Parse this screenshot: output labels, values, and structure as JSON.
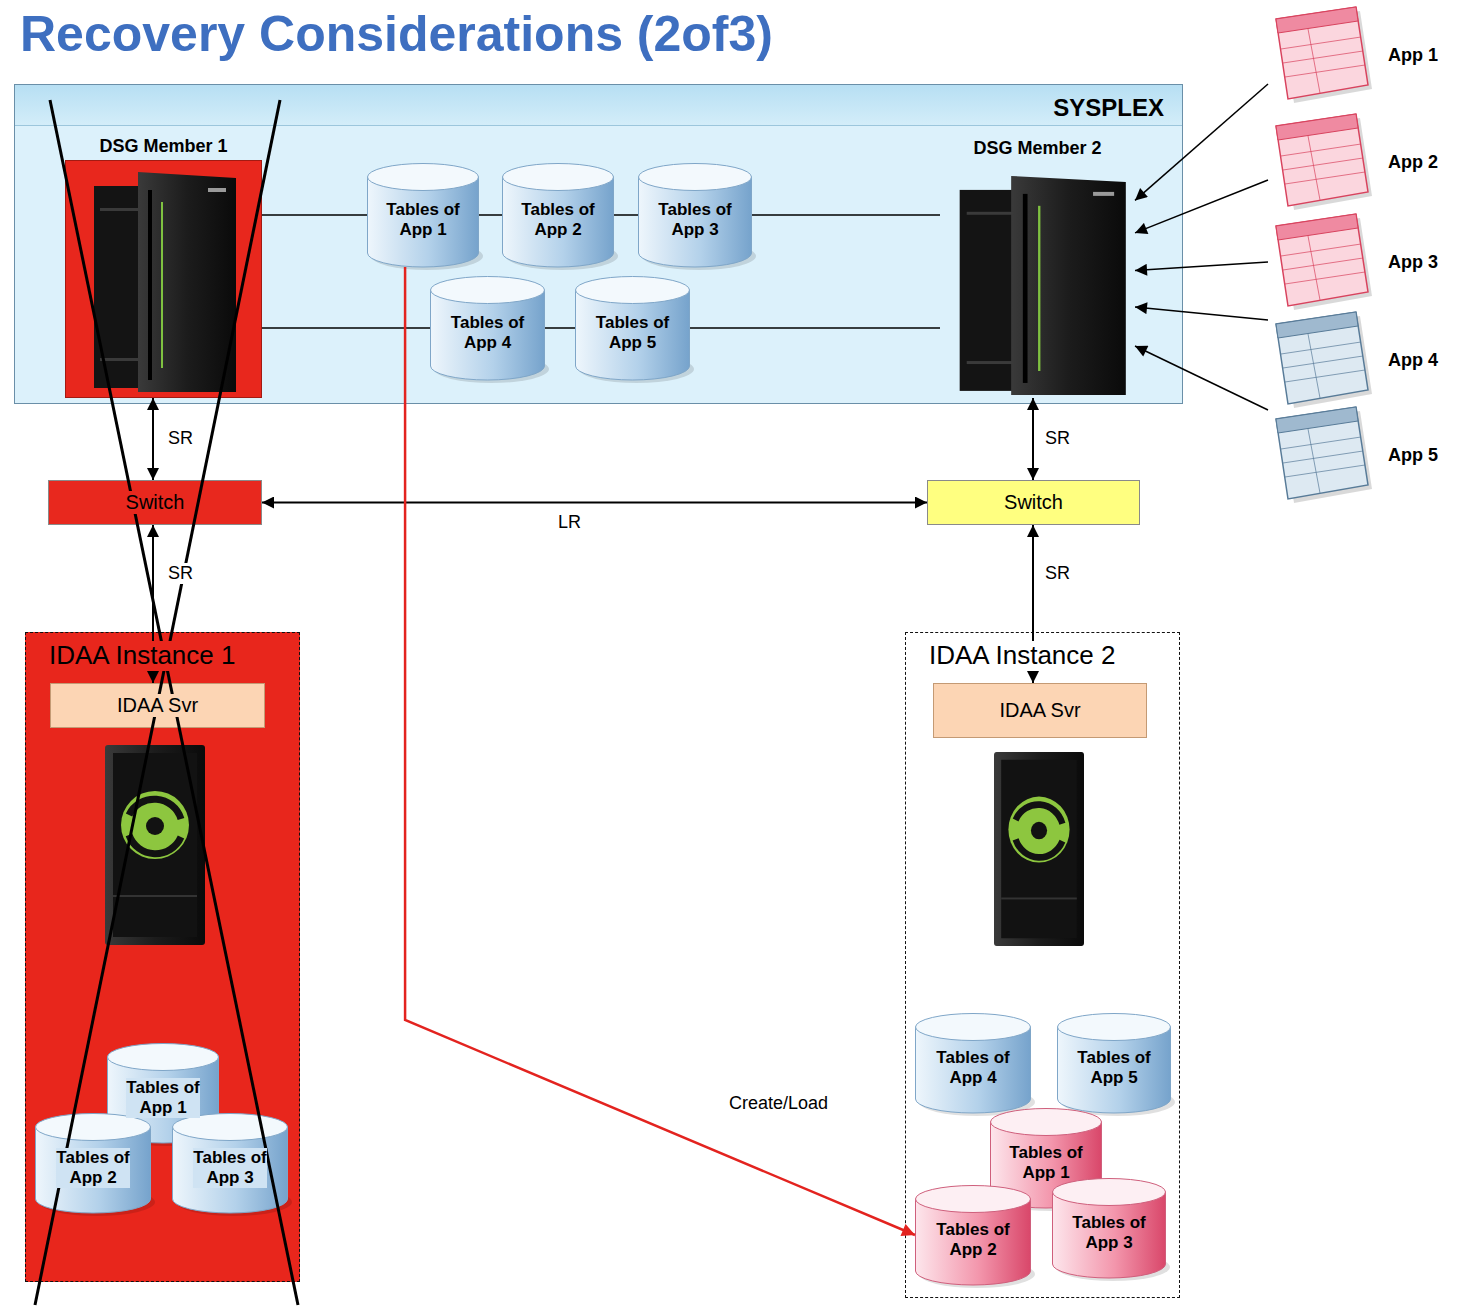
{
  "diagram": {
    "title": "Recovery Considerations (2of3)",
    "nodes": [
      {
        "text": [
          "SYSPLEX"
        ]
      },
      {
        "text": [
          "DSG Member 1"
        ],
        "in": 0
      },
      {
        "text": [
          "DSG Member 2"
        ],
        "in": 0
      },
      {
        "text": [
          "Tables of App 1"
        ],
        "in": 0
      },
      {
        "text": [
          "Tables of App 2"
        ],
        "in": 0
      },
      {
        "text": [
          "Tables of App 3"
        ],
        "in": 0
      },
      {
        "text": [
          "Tables of App 4"
        ],
        "in": 0
      },
      {
        "text": [
          "Tables of App 5"
        ],
        "in": 0
      },
      {
        "text": [
          "Switch"
        ]
      },
      {
        "text": [
          "Switch"
        ]
      },
      {
        "text": [
          "IDAA Instance 1"
        ]
      },
      {
        "text": [
          "IDAA Svr"
        ],
        "in": 10
      },
      {
        "text": [
          "Tables of App 1"
        ],
        "in": 10
      },
      {
        "text": [
          "Tables of App 2"
        ],
        "in": 10
      },
      {
        "text": [
          "Tables of App 3"
        ],
        "in": 10
      },
      {
        "text": [
          "IDAA Instance 2"
        ]
      },
      {
        "text": [
          "IDAA Svr"
        ],
        "in": 15
      },
      {
        "text": [
          "Tables of App 4"
        ],
        "in": 15
      },
      {
        "text": [
          "Tables of App 5"
        ],
        "in": 15
      },
      {
        "text": [
          "Tables of App 1"
        ],
        "in": 15
      },
      {
        "text": [
          "Tables of App 2"
        ],
        "in": 15
      },
      {
        "text": [
          "Tables of App 3"
        ],
        "in": 15
      },
      {
        "text": [
          "App 1"
        ]
      },
      {
        "text": [
          "App 2"
        ]
      },
      {
        "text": [
          "App 3"
        ]
      },
      {
        "text": [
          "App 4"
        ]
      },
      {
        "text": [
          "App 5"
        ]
      }
    ],
    "edges": [
      {
        "from": 1,
        "to": 3,
        "arrow": "none"
      },
      {
        "from": 3,
        "to": 4,
        "arrow": "none"
      },
      {
        "from": 4,
        "to": 5,
        "arrow": "none"
      },
      {
        "from": 5,
        "to": 2,
        "arrow": "none"
      },
      {
        "from": 1,
        "to": 6,
        "arrow": "none"
      },
      {
        "from": 6,
        "to": 7,
        "arrow": "none"
      },
      {
        "from": 7,
        "to": 2,
        "arrow": "none"
      },
      {
        "from": 1,
        "to": 8,
        "arrow": "both",
        "label": "SR"
      },
      {
        "from": 8,
        "to": 9,
        "arrow": "both",
        "label": "LR"
      },
      {
        "from": 2,
        "to": 9,
        "arrow": "both",
        "label": "SR"
      },
      {
        "from": 8,
        "to": 11,
        "arrow": "both",
        "label": "SR"
      },
      {
        "from": 9,
        "to": 16,
        "arrow": "both",
        "label": "SR"
      },
      {
        "from": 3,
        "to": 20,
        "arrow": "to",
        "label": "Create/Load"
      },
      {
        "from": 22,
        "to": 2,
        "arrow": "to"
      },
      {
        "from": 23,
        "to": 2,
        "arrow": "to"
      },
      {
        "from": 24,
        "to": 2,
        "arrow": "to"
      },
      {
        "from": 25,
        "to": 2,
        "arrow": "to"
      },
      {
        "from": 26,
        "to": 2,
        "arrow": "to"
      }
    ]
  }
}
